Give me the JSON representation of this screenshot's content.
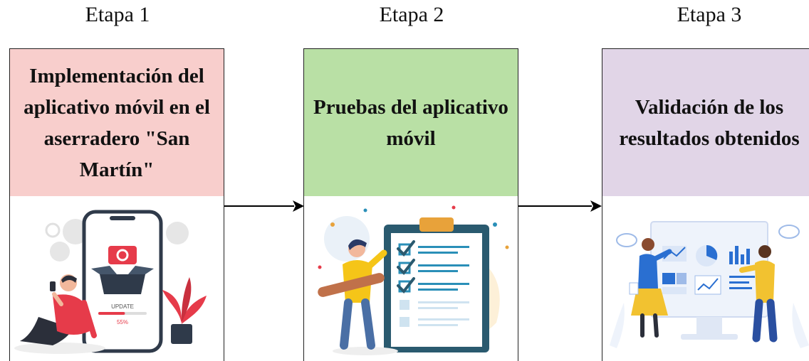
{
  "stages": [
    {
      "label": "Etapa 1",
      "text": "Implementación del aplicativo móvil en el aserradero \"San Martín\"",
      "color": "#f8cecc",
      "illustration": "phone-update-icon",
      "phone_text": "UPDATE",
      "phone_percent": "55%",
      "progress": 0.55
    },
    {
      "label": "Etapa 2",
      "text": "Pruebas del aplicativo móvil",
      "color": "#b9e0a5",
      "illustration": "clipboard-checklist-icon"
    },
    {
      "label": "Etapa 3",
      "text": "Validación de los resultados obtenidos",
      "color": "#e1d5e7",
      "illustration": "dashboard-presentation-icon"
    }
  ],
  "colors": {
    "border": "#222222",
    "arrow": "#000000"
  }
}
